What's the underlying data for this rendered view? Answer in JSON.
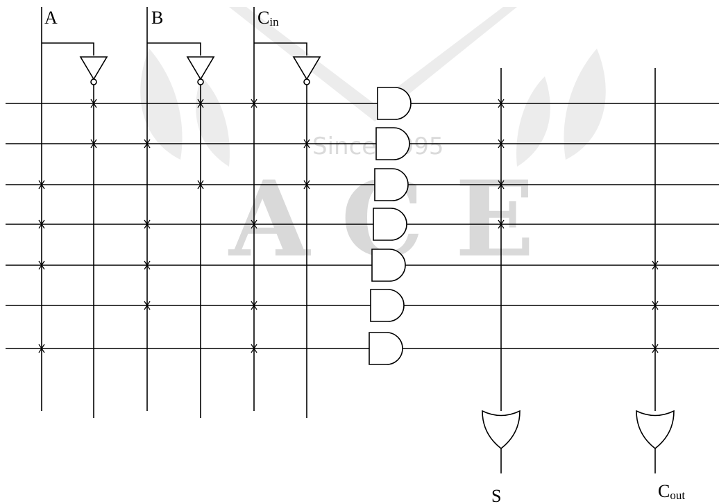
{
  "watermark": {
    "since_text": "Since 1995",
    "brand_text": "ACE"
  },
  "inputs": [
    {
      "id": "A",
      "main": "A",
      "sub": ""
    },
    {
      "id": "B",
      "main": "B",
      "sub": ""
    },
    {
      "id": "Cin",
      "main": "C",
      "sub": "in"
    }
  ],
  "outputs": [
    {
      "id": "S",
      "main": "S",
      "sub": ""
    },
    {
      "id": "Cout",
      "main": "C",
      "sub": "out"
    }
  ],
  "product_terms": [
    {
      "inputs": [
        "A'",
        "B'",
        "Cin"
      ],
      "or_connect": [
        "S"
      ]
    },
    {
      "inputs": [
        "A'",
        "B",
        "Cin'"
      ],
      "or_connect": [
        "S"
      ]
    },
    {
      "inputs": [
        "A",
        "B'",
        "Cin'"
      ],
      "or_connect": [
        "S"
      ]
    },
    {
      "inputs": [
        "A",
        "B",
        "Cin"
      ],
      "or_connect": [
        "S"
      ]
    },
    {
      "inputs": [
        "A",
        "B"
      ],
      "or_connect": [
        "Cout"
      ]
    },
    {
      "inputs": [
        "B",
        "Cin"
      ],
      "or_connect": [
        "Cout"
      ]
    },
    {
      "inputs": [
        "A",
        "Cin"
      ],
      "or_connect": [
        "Cout"
      ]
    }
  ]
}
